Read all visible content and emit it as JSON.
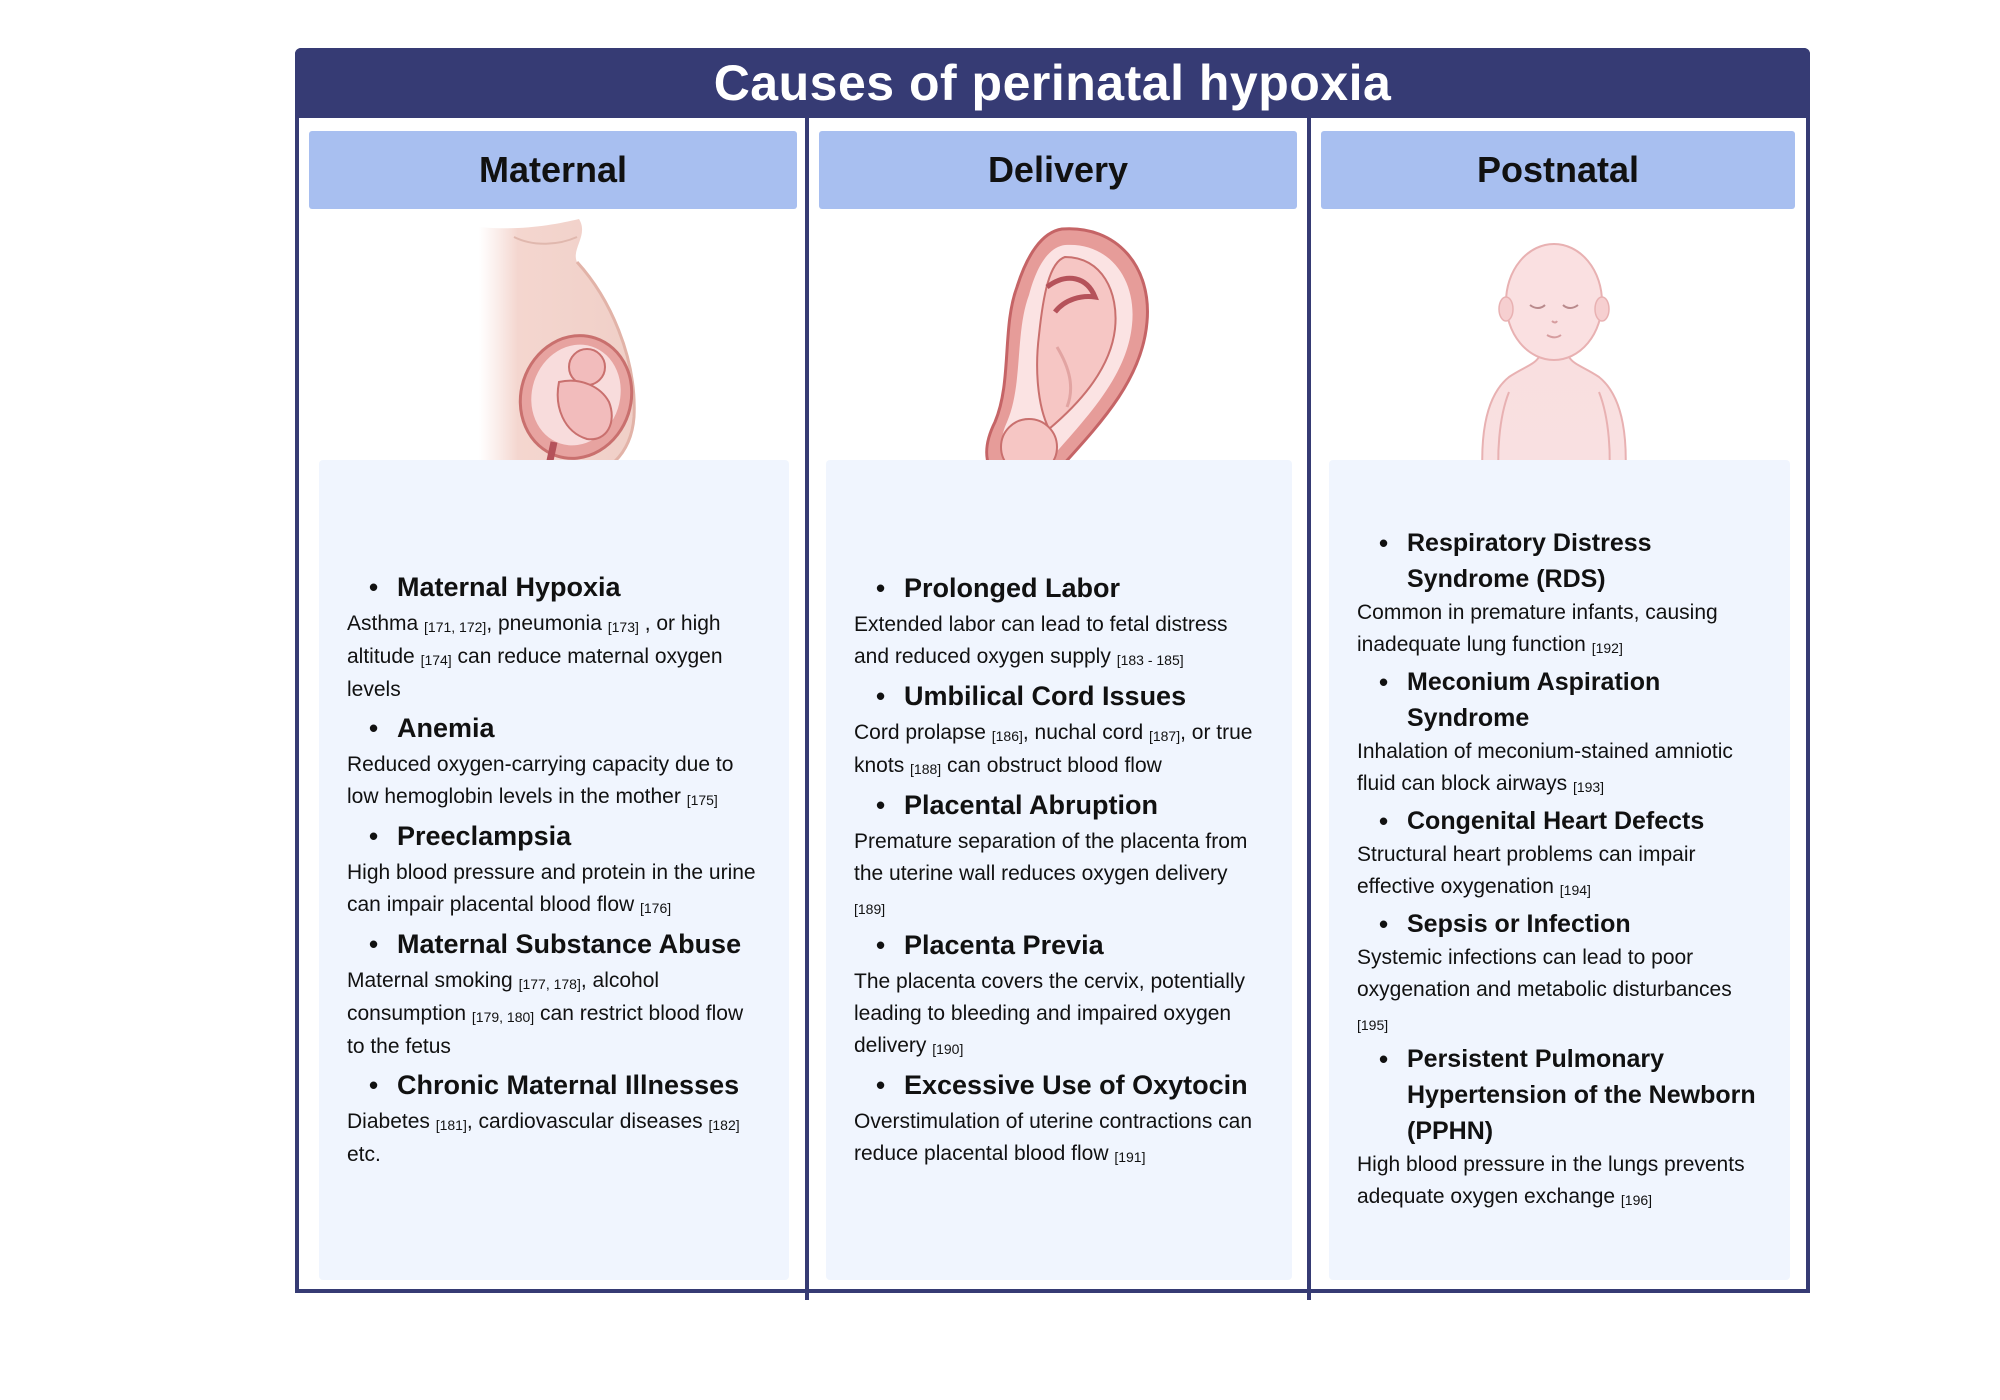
{
  "title": "Causes of perinatal hypoxia",
  "colors": {
    "frame": "#363b74",
    "header_bg": "#a8bff0",
    "panel_bg": "#f0f5fe",
    "skin": "#f7d6d3",
    "uterus": "#e8a9a4"
  },
  "columns": [
    {
      "header": "Maternal",
      "icon": "pregnant-torso-illustration",
      "items": [
        {
          "title": "Maternal Hypoxia",
          "desc": [
            {
              "t": "Asthma "
            },
            {
              "r": "[171, 172]"
            },
            {
              "t": ", pneumonia "
            },
            {
              "r": "[173]"
            },
            {
              "t": " , or high altitude "
            },
            {
              "r": "[174]"
            },
            {
              "t": " can reduce maternal oxygen levels"
            }
          ]
        },
        {
          "title": "Anemia",
          "desc": [
            {
              "t": "Reduced oxygen-carrying capacity due to low hemoglobin levels in the mother "
            },
            {
              "r": "[175]"
            }
          ]
        },
        {
          "title": "Preeclampsia",
          "desc": [
            {
              "t": "High blood pressure and protein in the urine can impair placental blood flow "
            },
            {
              "r": "[176]"
            }
          ]
        },
        {
          "title": "Maternal Substance Abuse",
          "desc": [
            {
              "t": "Maternal smoking "
            },
            {
              "r": "[177, 178]"
            },
            {
              "t": ", alcohol consumption "
            },
            {
              "r": "[179, 180]"
            },
            {
              "t": " can restrict blood flow to the fetus"
            }
          ]
        },
        {
          "title": "Chronic Maternal Illnesses",
          "desc": [
            {
              "t": "Diabetes "
            },
            {
              "r": "[181]"
            },
            {
              "t": ", cardiovascular diseases "
            },
            {
              "r": "[182]"
            },
            {
              "t": " etc."
            }
          ]
        }
      ]
    },
    {
      "header": "Delivery",
      "icon": "fetus-in-uterus-illustration",
      "items": [
        {
          "title": "Prolonged Labor",
          "desc": [
            {
              "t": "Extended labor can lead to fetal distress and reduced oxygen supply "
            },
            {
              "r": "[183 - 185]"
            }
          ]
        },
        {
          "title": "Umbilical Cord Issues",
          "desc": [
            {
              "t": "Cord prolapse "
            },
            {
              "r": "[186]"
            },
            {
              "t": ", nuchal cord "
            },
            {
              "r": "[187]"
            },
            {
              "t": ", or true knots "
            },
            {
              "r": "[188]"
            },
            {
              "t": " can obstruct blood flow"
            }
          ]
        },
        {
          "title": "Placental Abruption",
          "desc": [
            {
              "t": "Premature separation of the placenta from the uterine wall reduces oxygen delivery "
            },
            {
              "r": "[189]"
            }
          ]
        },
        {
          "title": "Placenta Previa",
          "desc": [
            {
              "t": "The placenta covers the cervix, potentially leading to bleeding and impaired oxygen delivery "
            },
            {
              "r": "[190]"
            }
          ]
        },
        {
          "title": "Excessive Use of Oxytocin",
          "desc": [
            {
              "t": "Overstimulation of uterine contractions can reduce placental blood flow "
            },
            {
              "r": "[191]"
            }
          ]
        }
      ]
    },
    {
      "header": "Postnatal",
      "icon": "newborn-baby-illustration",
      "items": [
        {
          "title": "Respiratory Distress Syndrome (RDS)",
          "desc": [
            {
              "t": "Common in premature infants, causing inadequate lung function "
            },
            {
              "r": "[192]"
            }
          ]
        },
        {
          "title": "Meconium Aspiration Syndrome",
          "desc": [
            {
              "t": "Inhalation of meconium-stained amniotic fluid can block airways "
            },
            {
              "r": "[193]"
            }
          ]
        },
        {
          "title": "Congenital Heart Defects",
          "desc": [
            {
              "t": "Structural heart problems can impair effective oxygenation "
            },
            {
              "r": "[194]"
            }
          ]
        },
        {
          "title": "Sepsis or Infection",
          "desc": [
            {
              "t": "Systemic infections can lead to poor oxygenation and metabolic disturbances "
            },
            {
              "r": "[195]"
            }
          ]
        },
        {
          "title": "Persistent Pulmonary Hypertension of the Newborn (PPHN)",
          "desc": [
            {
              "t": "High blood pressure in the lungs prevents adequate oxygen exchange "
            },
            {
              "r": "[196]"
            }
          ]
        }
      ]
    }
  ]
}
